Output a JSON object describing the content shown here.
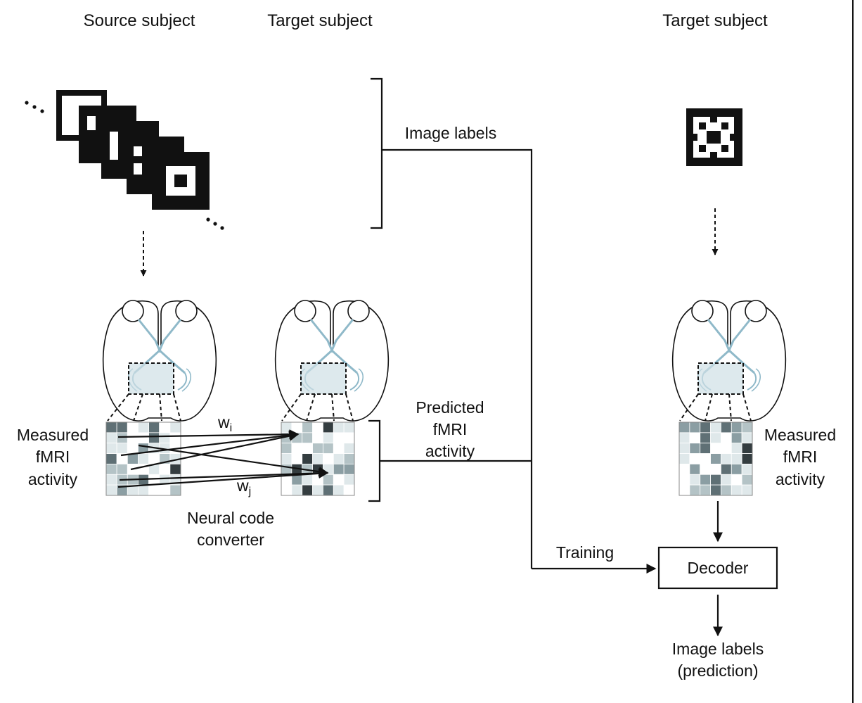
{
  "headers": {
    "source_subject": "Source subject",
    "target_subject_1": "Target subject",
    "target_subject_2": "Target subject"
  },
  "labels": {
    "image_labels": "Image labels",
    "predicted_fmri": [
      "Predicted",
      "fMRI",
      "activity"
    ],
    "measured_fmri_left": [
      "Measured",
      "fMRI",
      "activity"
    ],
    "measured_fmri_right": [
      "Measured",
      "fMRI",
      "activity"
    ],
    "weight_i": "w",
    "weight_i_sub": "i",
    "weight_j": "w",
    "weight_j_sub": "j",
    "converter": [
      "Neural code",
      "converter"
    ],
    "training": "Training",
    "decoder": "Decoder",
    "output": [
      "Image labels",
      "(prediction)"
    ]
  },
  "colors": {
    "ink": "#111111",
    "brain_pathway": "#8fb9c9",
    "roi_fill": "#cfe0e6",
    "voxel_shades": [
      "#ffffff",
      "#dfe8ea",
      "#b4c3c6",
      "#8b9ea3",
      "#5f7075",
      "#343d40"
    ]
  },
  "icons": {
    "stimulus_stack": "nested-square-image-icon",
    "target_stimulus": "x-shape-image-icon",
    "brain": "brain-visual-pathway-icon"
  }
}
